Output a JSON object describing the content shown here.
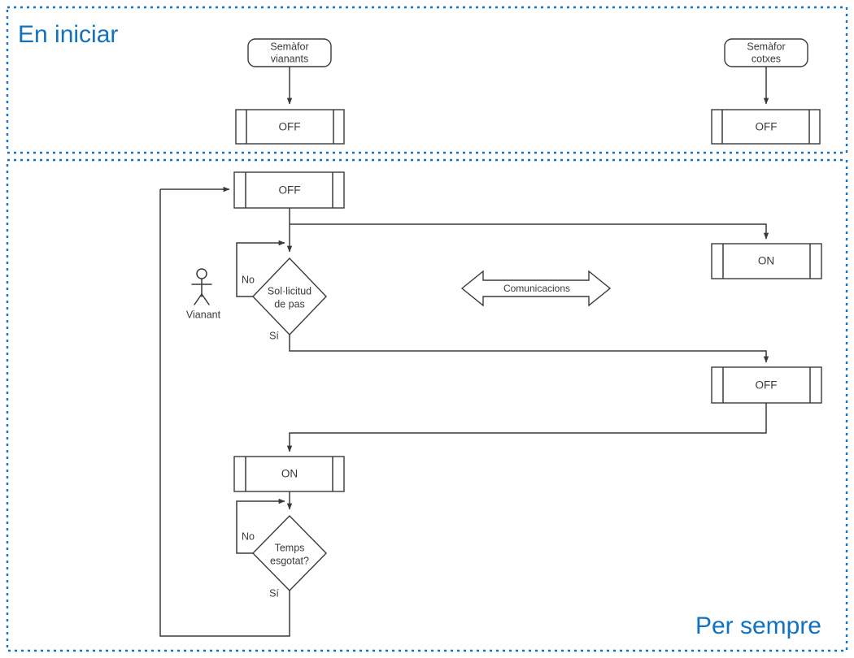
{
  "colors": {
    "accent_blue": "#1272be",
    "stroke_gray": "#3a3a3a",
    "background": "#ffffff"
  },
  "regions": [
    {
      "id": "on-start",
      "title": "En iniciar",
      "title_position": "top-left"
    },
    {
      "id": "forever",
      "title": "Per sempre",
      "title_position": "bottom-right"
    }
  ],
  "nodes": {
    "start_pedestrian_device": {
      "label_line1": "Semàfor",
      "label_line2": "vianants",
      "shape": "rounded-rectangle"
    },
    "start_pedestrian_state": {
      "label": "OFF",
      "shape": "subroutine"
    },
    "start_car_device": {
      "label_line1": "Semàfor",
      "label_line2": "cotxes",
      "shape": "rounded-rectangle"
    },
    "start_car_state": {
      "label": "OFF",
      "shape": "subroutine"
    },
    "loop_ped_off": {
      "label": "OFF",
      "shape": "subroutine"
    },
    "loop_decision_request": {
      "label_line1": "Sol·licitud",
      "label_line2": "de pas",
      "shape": "decision"
    },
    "loop_car_on": {
      "label": "ON",
      "shape": "subroutine"
    },
    "loop_car_off": {
      "label": "OFF",
      "shape": "subroutine"
    },
    "loop_ped_on": {
      "label": "ON",
      "shape": "subroutine"
    },
    "loop_decision_timeout": {
      "label_line1": "Temps",
      "label_line2": "esgotat?",
      "shape": "decision"
    },
    "actor_pedestrian": {
      "label": "Vianant",
      "shape": "actor"
    },
    "communications": {
      "label": "Comunicacions",
      "shape": "double-arrow"
    }
  },
  "edge_labels": {
    "request_no": "No",
    "request_yes": "Sí",
    "timeout_no": "No",
    "timeout_yes": "Sí"
  }
}
